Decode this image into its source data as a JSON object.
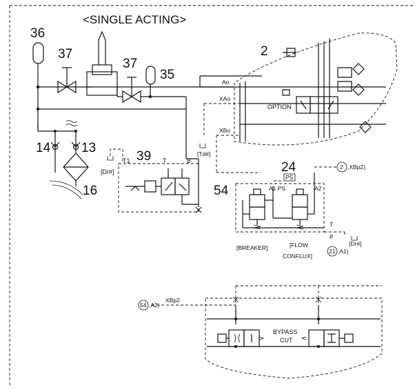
{
  "title": "<SINGLE ACTING>",
  "callouts": {
    "c36": "36",
    "c37a": "37",
    "c37b": "37",
    "c35": "35",
    "c2": "2",
    "c14": "14",
    "c13": "13",
    "c16": "16",
    "c39": "39",
    "c24": "24",
    "c54": "54"
  },
  "ports": {
    "ao": "Ao",
    "xao": "XAo",
    "xbo": "XBo",
    "td": "[Td#]",
    "dr_left": "[Dr#]",
    "t1": "T1",
    "t": "T",
    "b": "B",
    "ps_box": "PS",
    "a1ps": "A1 PS",
    "a2": "A2",
    "t_right": "T",
    "p_right": "P",
    "dr_right": "[Dr#]",
    "xbp2_ref": ",XBp2)",
    "xbp2_ref_num": "2",
    "a1_ref": ",A1)",
    "a1_ref_num": "21",
    "a2_ref": ",A2)",
    "a2_ref_num": "54",
    "xbp2_lower": "XBp2"
  },
  "labels": {
    "option": "OPTION",
    "breaker": "[BREAKER]",
    "flow_1": "[FLOW",
    "flow_2": "CONFLUX]",
    "bypass_1": "BYPASS",
    "bypass_2": "CUT"
  }
}
